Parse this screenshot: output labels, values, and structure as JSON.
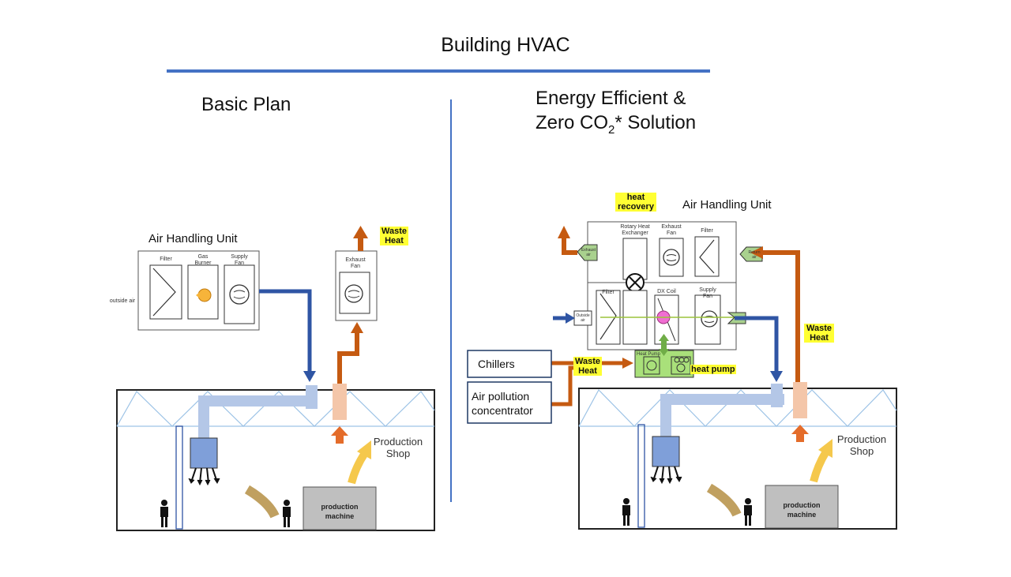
{
  "title": "Building HVAC",
  "left": {
    "heading": "Basic Plan",
    "ahu_title": "Air Handling Unit",
    "outside_air": "outside air",
    "filter": "Filter",
    "gas_burner": "Gas Burner",
    "supply_fan": "Supply Fan",
    "exhaust_fan": "Exhaust Fan",
    "waste_heat": "Waste Heat",
    "production_shop": "Production Shop",
    "production_machine": "production machine"
  },
  "right": {
    "heading_line1": "Energy Efficient &",
    "heading_line2_pre": "Zero CO",
    "heading_line2_sub": "2",
    "heading_line2_post": "* Solution",
    "heat_recovery": "heat recovery",
    "ahu_title": "Air Handling Unit",
    "rotary_heat_exchanger": "Rotary Heat Exchanger",
    "exhaust_fan": "Exhaust Fan",
    "filter_top": "Filter",
    "filter_bottom": "Filter",
    "dx_coil": "DX Coil",
    "supply_fan": "Supply Fan",
    "exhaust_air": "Exhaust air",
    "outside_air": "Outside air",
    "return_air": "Return air",
    "heat_pump_box": "Heat Pump",
    "heat_pump": "heat pump",
    "waste_heat_center": "Waste Heat",
    "waste_heat_right": "Waste Heat",
    "chillers": "Chillers",
    "air_pollution": "Air pollution concentrator",
    "production_shop": "Production Shop",
    "production_machine": "production machine"
  },
  "colors": {
    "blue_duct": "#2f55a4",
    "orange_duct": "#c55a11",
    "pale_duct": "#b4c7e7",
    "peach_duct": "#f4c6a9",
    "highlight": "#ffff33",
    "divider": "#4472c4",
    "truss": "#9dc3e6",
    "heat_pump_green": "#a9e07a"
  }
}
